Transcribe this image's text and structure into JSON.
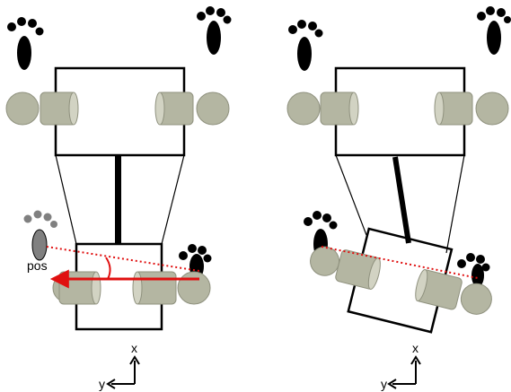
{
  "labels": {
    "pos": "pos",
    "x": "x",
    "y": "y"
  },
  "colors": {
    "wheel": "#b4b6a2",
    "foot_black": "#000000",
    "foot_gray": "#808080",
    "arrow_red": "#e01010"
  },
  "icons": {
    "foot": "paw-print-icon",
    "wheel": "wheel-icon",
    "roller": "cylinder-roller-icon"
  }
}
